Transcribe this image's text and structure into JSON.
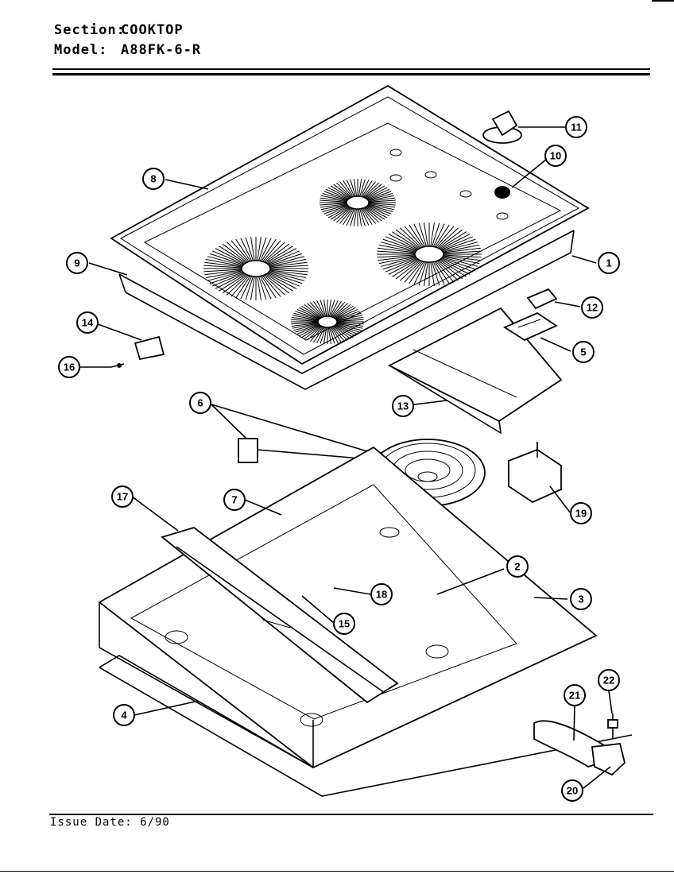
{
  "header": {
    "section_key": "Section:",
    "section_value": "COOKTOP",
    "model_key": "Model:",
    "model_value": "A88FK-6-R"
  },
  "footer": {
    "issue_date": "Issue Date: 6/90"
  },
  "callouts": [
    "1",
    "2",
    "3",
    "4",
    "5",
    "6",
    "7",
    "8",
    "9",
    "10",
    "11",
    "12",
    "13",
    "14",
    "15",
    "16",
    "17",
    "18",
    "19",
    "20",
    "21",
    "22"
  ]
}
